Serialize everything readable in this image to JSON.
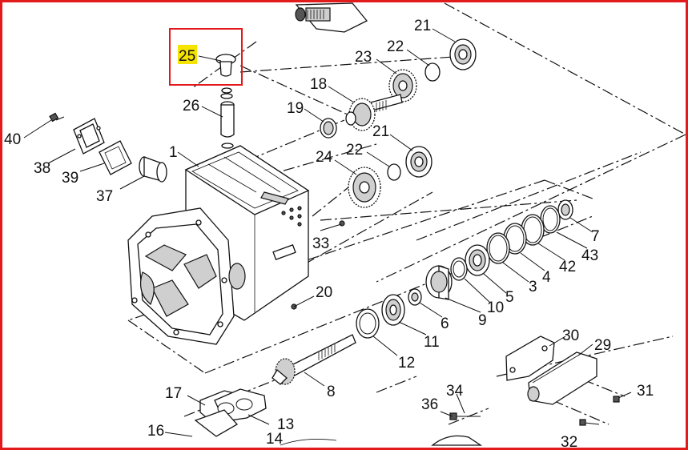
{
  "highlight": {
    "label": "25",
    "box_color": "#e31a1c",
    "mark_color": "#f5e400"
  },
  "frame_color": "#e31a1c",
  "callouts": [
    "21",
    "22",
    "23",
    "18",
    "19",
    "21b",
    "22b",
    "24",
    "26",
    "1",
    "40",
    "38",
    "39",
    "37",
    "33",
    "20",
    "7",
    "43",
    "42",
    "4",
    "3",
    "5",
    "10",
    "9",
    "6",
    "11",
    "12",
    "8",
    "30",
    "29",
    "31",
    "17",
    "13",
    "16",
    "34",
    "36",
    "14",
    "32"
  ],
  "labels": {
    "l25": "25",
    "l26": "26",
    "l21": "21",
    "l22": "22",
    "l23": "23",
    "l18": "18",
    "l19": "19",
    "l21b": "21",
    "l22b": "22",
    "l24": "24",
    "l1": "1",
    "l40": "40",
    "l38": "38",
    "l39": "39",
    "l37": "37",
    "l33": "33",
    "l20": "20",
    "l7": "7",
    "l43": "43",
    "l42": "42",
    "l4": "4",
    "l3": "3",
    "l5": "5",
    "l10": "10",
    "l9": "9",
    "l6": "6",
    "l11": "11",
    "l12": "12",
    "l8": "8",
    "l30": "30",
    "l29": "29",
    "l31": "31",
    "l17": "17",
    "l13": "13",
    "l16": "16",
    "l34": "34",
    "l36": "36",
    "l14": "14",
    "l32": "32"
  }
}
